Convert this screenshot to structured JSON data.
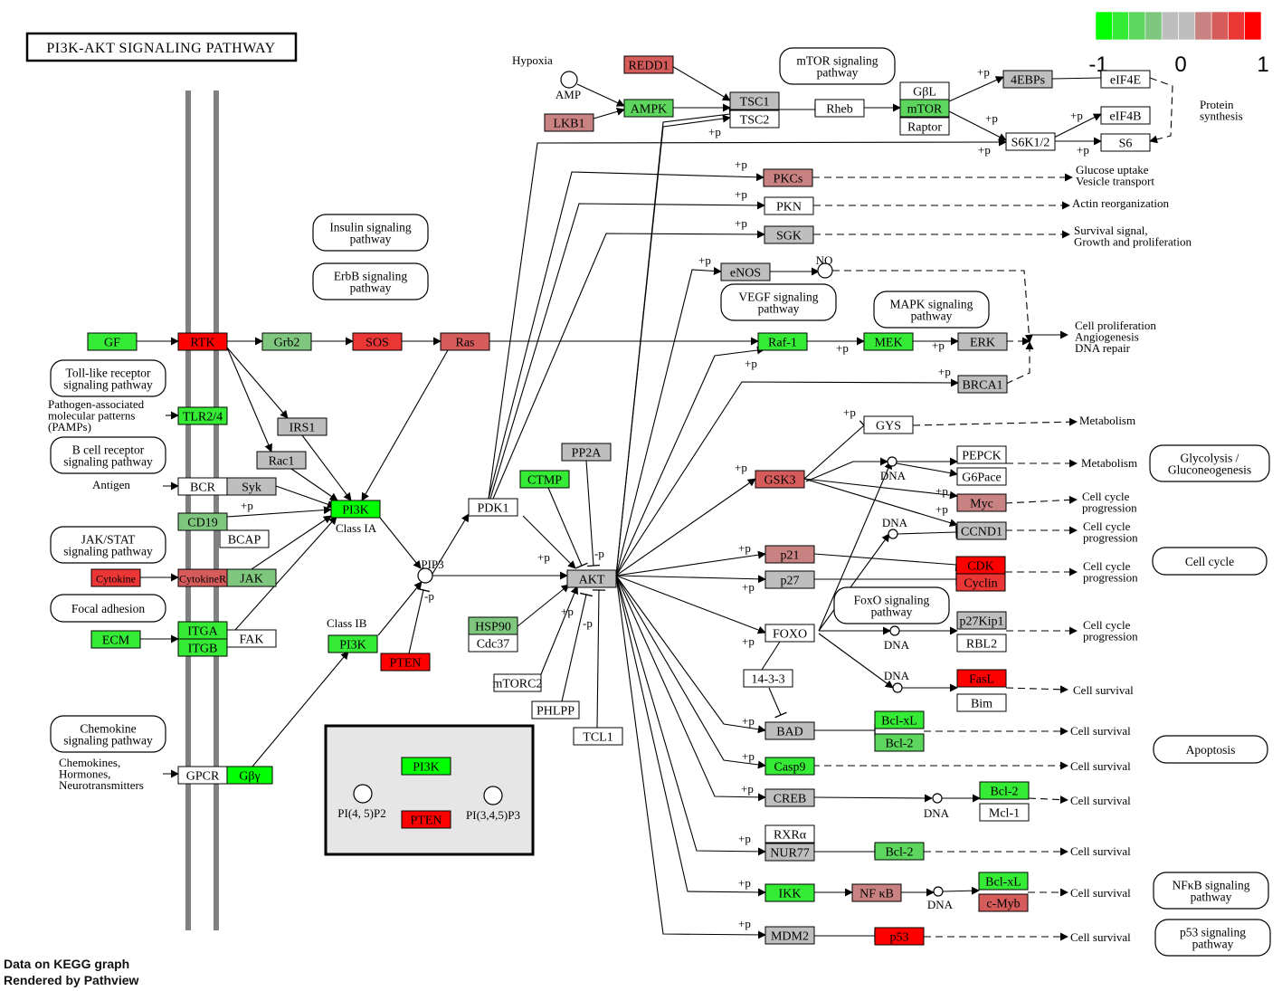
{
  "title": "PI3K-AKT SIGNALING PATHWAY",
  "footer": [
    "Data on KEGG graph",
    "Rendered by Pathview"
  ],
  "colors": {
    "g1": "#00ff00",
    "g2": "#36eb36",
    "g3": "#5cd65c",
    "g4": "#7fc77f",
    "gray": "#bebebe",
    "r4": "#c98282",
    "r3": "#d65c5c",
    "r2": "#eb3636",
    "r1": "#ff0000",
    "white": "#ffffff"
  },
  "legend": {
    "colors": [
      "#00ff00",
      "#36eb36",
      "#5cd65c",
      "#7fc77f",
      "#bebebe",
      "#bebebe",
      "#c98282",
      "#d65c5c",
      "#eb3636",
      "#ff0000"
    ],
    "ticks": [
      "-1",
      "0",
      "1"
    ]
  },
  "genes": [
    {
      "label": "GF",
      "fill": "g2"
    },
    {
      "label": "RTK",
      "fill": "r1"
    },
    {
      "label": "Grb2",
      "fill": "g4"
    },
    {
      "label": "SOS",
      "fill": "r2"
    },
    {
      "label": "Ras",
      "fill": "r3"
    },
    {
      "label": "TLR2/4",
      "fill": "g2"
    },
    {
      "label": "IRS1",
      "fill": "gray"
    },
    {
      "label": "Rac1",
      "fill": "gray"
    },
    {
      "label": "BCR",
      "fill": "white"
    },
    {
      "label": "Syk",
      "fill": "gray"
    },
    {
      "label": "CD19",
      "fill": "g4"
    },
    {
      "label": "BCAP",
      "fill": "white"
    },
    {
      "label": "PI3K",
      "fill": "g1"
    },
    {
      "label": "Cytokine",
      "fill": "r2"
    },
    {
      "label": "CytokineR",
      "fill": "r3"
    },
    {
      "label": "JAK",
      "fill": "g4"
    },
    {
      "label": "ECM",
      "fill": "g2"
    },
    {
      "label": "ITGA",
      "fill": "g2"
    },
    {
      "label": "ITGB",
      "fill": "g2"
    },
    {
      "label": "FAK",
      "fill": "white"
    },
    {
      "label": "PI3K",
      "fill": "g2"
    },
    {
      "label": "PTEN",
      "fill": "r1"
    },
    {
      "label": "GPCR",
      "fill": "white"
    },
    {
      "label": "Gβγ",
      "fill": "g1"
    },
    {
      "label": "PDK1",
      "fill": "white"
    },
    {
      "label": "CTMP",
      "fill": "g2"
    },
    {
      "label": "PP2A",
      "fill": "gray"
    },
    {
      "label": "AKT",
      "fill": "gray"
    },
    {
      "label": "HSP90",
      "fill": "g4"
    },
    {
      "label": "Cdc37",
      "fill": "white"
    },
    {
      "label": "mTORC2",
      "fill": "white"
    },
    {
      "label": "PHLPP",
      "fill": "white"
    },
    {
      "label": "TCL1",
      "fill": "white"
    },
    {
      "label": "REDD1",
      "fill": "r3"
    },
    {
      "label": "AMPK",
      "fill": "g3"
    },
    {
      "label": "LKB1",
      "fill": "r4"
    },
    {
      "label": "TSC1",
      "fill": "gray"
    },
    {
      "label": "TSC2",
      "fill": "white"
    },
    {
      "label": "Rheb",
      "fill": "white"
    },
    {
      "label": "GβL",
      "fill": "white"
    },
    {
      "label": "mTOR",
      "fill": "g3"
    },
    {
      "label": "Raptor",
      "fill": "white"
    },
    {
      "label": "4EBPs",
      "fill": "gray"
    },
    {
      "label": "eIF4E",
      "fill": "white"
    },
    {
      "label": "eIF4B",
      "fill": "white"
    },
    {
      "label": "S6K1/2",
      "fill": "white"
    },
    {
      "label": "S6",
      "fill": "white"
    },
    {
      "label": "PKCs",
      "fill": "r4"
    },
    {
      "label": "PKN",
      "fill": "white"
    },
    {
      "label": "SGK",
      "fill": "gray"
    },
    {
      "label": "eNOS",
      "fill": "gray"
    },
    {
      "label": "Raf-1",
      "fill": "g2"
    },
    {
      "label": "MEK",
      "fill": "g2"
    },
    {
      "label": "ERK",
      "fill": "gray"
    },
    {
      "label": "BRCA1",
      "fill": "gray"
    },
    {
      "label": "GYS",
      "fill": "white"
    },
    {
      "label": "GSK3",
      "fill": "r3"
    },
    {
      "label": "PEPCK",
      "fill": "white"
    },
    {
      "label": "G6Pace",
      "fill": "white"
    },
    {
      "label": "Myc",
      "fill": "r4"
    },
    {
      "label": "CCND1",
      "fill": "gray"
    },
    {
      "label": "p21",
      "fill": "r4"
    },
    {
      "label": "p27",
      "fill": "gray"
    },
    {
      "label": "CDK",
      "fill": "r1"
    },
    {
      "label": "Cyclin",
      "fill": "r2"
    },
    {
      "label": "FOXO",
      "fill": "white"
    },
    {
      "label": "p27Kip1",
      "fill": "gray"
    },
    {
      "label": "RBL2",
      "fill": "white"
    },
    {
      "label": "FasL",
      "fill": "r1"
    },
    {
      "label": "Bim",
      "fill": "white"
    },
    {
      "label": "14-3-3",
      "fill": "white"
    },
    {
      "label": "BAD",
      "fill": "gray"
    },
    {
      "label": "Bcl-xL",
      "fill": "g2"
    },
    {
      "label": "Bcl-2",
      "fill": "g3"
    },
    {
      "label": "Casp9",
      "fill": "g2"
    },
    {
      "label": "CREB",
      "fill": "gray"
    },
    {
      "label": "Bcl-2",
      "fill": "g2"
    },
    {
      "label": "Mcl-1",
      "fill": "white"
    },
    {
      "label": "RXRα",
      "fill": "white"
    },
    {
      "label": "NUR77",
      "fill": "gray"
    },
    {
      "label": "Bcl-2",
      "fill": "g3"
    },
    {
      "label": "IKK",
      "fill": "g2"
    },
    {
      "label": "NF κB",
      "fill": "r4"
    },
    {
      "label": "Bcl-xL",
      "fill": "g2"
    },
    {
      "label": "c-Myb",
      "fill": "r3"
    },
    {
      "label": "MDM2",
      "fill": "gray"
    },
    {
      "label": "p53",
      "fill": "r1"
    },
    {
      "label": "PI3K",
      "fill": "g1"
    },
    {
      "label": "PTEN",
      "fill": "r1"
    }
  ],
  "pathways": [
    "Insulin signaling\npathway",
    "ErbB signaling\npathway",
    "Toll-like receptor\nsignaling pathway",
    "B cell receptor\nsignaling pathway",
    "JAK/STAT\nsignaling pathway",
    "Focal adhesion",
    "Chemokine\nsignaling pathway",
    "mTOR signaling\npathway",
    "VEGF signaling\npathway",
    "MAPK signaling\npathway",
    "FoxO signaling\npathway",
    "Glycolysis /\nGluconeogenesis",
    "Cell cycle",
    "Apoptosis",
    "NFκB signaling\npathway",
    "p53 signaling\npathway"
  ],
  "compounds": [
    "AMP",
    "NO",
    "PIP3",
    "PI(4, 5)P2",
    "PI(3,4,5)P3",
    "DNA"
  ],
  "labels": [
    "Hypoxia",
    "Pathogen-associated\nmolecular patterns\n(PAMPs)",
    "Antigen",
    "Chemokines,\nHormones,\nNeurotransmitters",
    "Class IA",
    "Class IB",
    "Protein\nsynthesis",
    "Glucose uptake\nVesicle transport",
    "Actin reorganization",
    "Survival signal,\nGrowth and proliferation",
    "Cell proliferation\nAngiogenesis\nDNA repair",
    "Metabolism",
    "Cell cycle\nprogression",
    "Cell survival"
  ],
  "relations": [
    "+p",
    "-p"
  ]
}
